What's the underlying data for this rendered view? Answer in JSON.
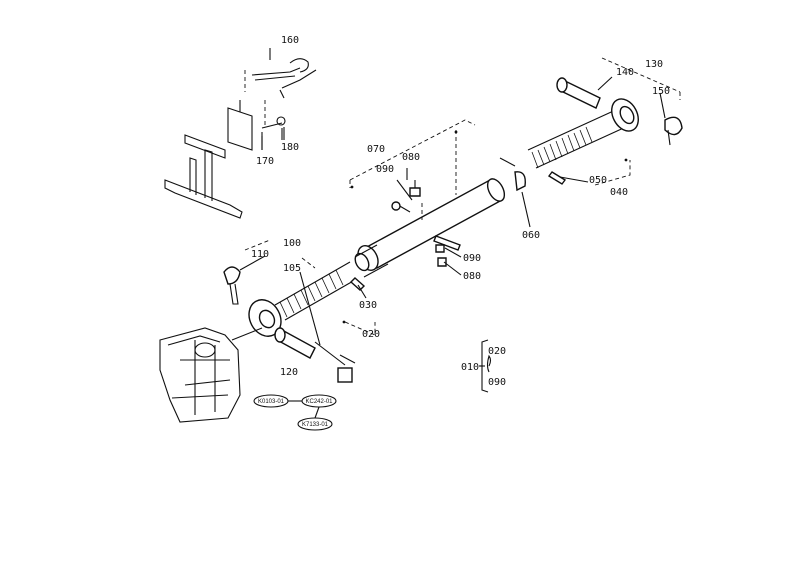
{
  "diagram": {
    "part_labels": {
      "p160": "160",
      "p170": "170",
      "p180": "180",
      "p070": "070",
      "p080a": "080",
      "p090a": "090",
      "p130": "130",
      "p140": "140",
      "p150": "150",
      "p050": "050",
      "p040": "040",
      "p060": "060",
      "p100": "100",
      "p110": "110",
      "p105": "105",
      "p030": "030",
      "p020": "020",
      "p120": "120",
      "p090b": "090",
      "p080b": "080",
      "k010": "010",
      "k020": "020",
      "k090": "090"
    },
    "model_codes": [
      "K0103-01",
      "KC242-01",
      "K7133-01"
    ]
  }
}
